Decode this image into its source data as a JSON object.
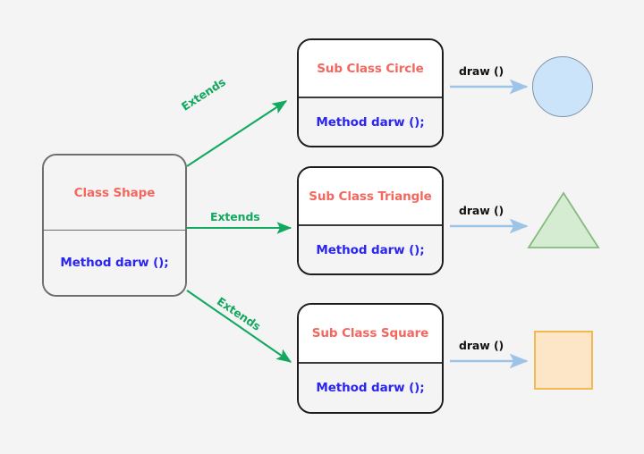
{
  "diagram": {
    "title_text_color": "#f4675f",
    "method_text_color": "#2a25f0",
    "extends_color": "#12a860",
    "draw_arrow_color": "#9cc3e8",
    "background": "#f4f4f4"
  },
  "base_class": {
    "name": "Class Shape",
    "method": "Method darw ();"
  },
  "subclasses": [
    {
      "name": "Sub Class Circle",
      "method": "Method darw ();",
      "edge_label": "Extends",
      "call_label": "draw ()",
      "shape": "circle",
      "shape_fill": "#cbe4f9",
      "shape_stroke": "#7e93ab"
    },
    {
      "name": "Sub Class Triangle",
      "method": "Method darw ();",
      "edge_label": "Extends",
      "call_label": "draw ()",
      "shape": "triangle",
      "shape_fill": "#d6ecd2",
      "shape_stroke": "#84bb7c"
    },
    {
      "name": "Sub Class Square",
      "method": "Method darw ();",
      "edge_label": "Extends",
      "call_label": "draw ()",
      "shape": "square",
      "shape_fill": "#fde5c8",
      "shape_stroke": "#f0b951"
    }
  ]
}
